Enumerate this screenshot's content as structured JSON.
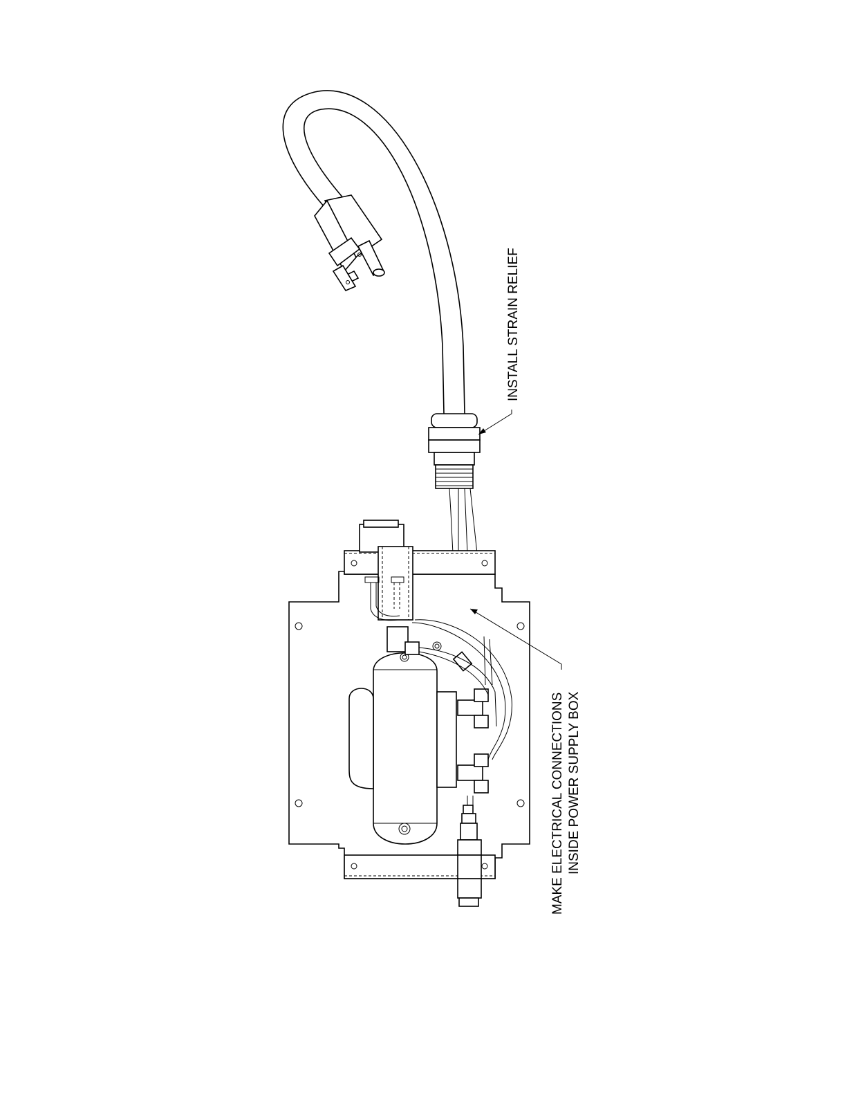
{
  "diagram": {
    "callouts": {
      "strain_relief": "INSTALL STRAIN RELIEF",
      "connections_line1": "MAKE ELECTRICAL CONNECTIONS",
      "connections_line2": "INSIDE POWER SUPPLY BOX"
    },
    "colors": {
      "ink": "#000000",
      "paper": "#ffffff"
    }
  }
}
